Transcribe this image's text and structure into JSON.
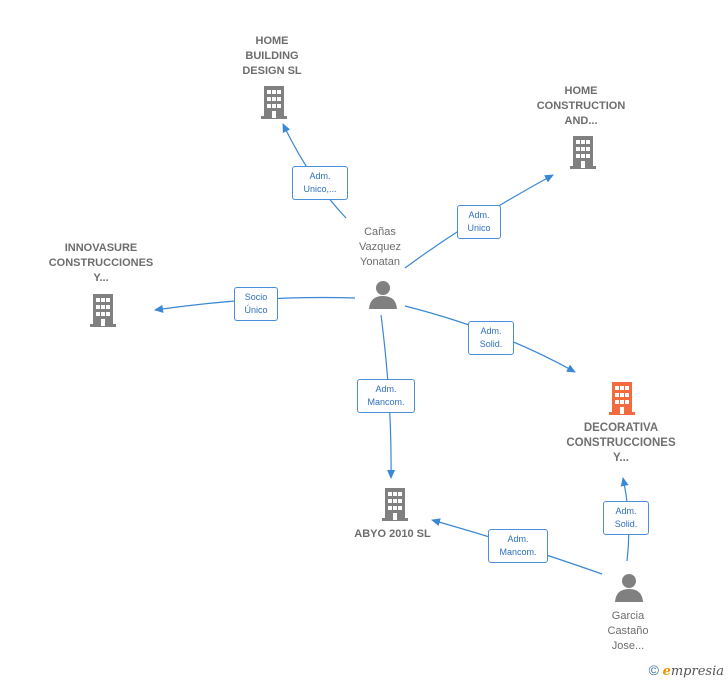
{
  "colors": {
    "edge": "#3a87d6",
    "icon": "#808080",
    "highlight": "#f26a3e"
  },
  "nodes": {
    "home_building": {
      "label": "HOME\nBUILDING\nDESIGN  SL",
      "icon": "building-icon"
    },
    "home_construction": {
      "label": "HOME\nCONSTRUCTION\nAND...",
      "icon": "building-icon"
    },
    "innovasure": {
      "label": "INNOVASURE\nCONSTRUCCIONES\nY...",
      "icon": "building-icon"
    },
    "canas": {
      "label": "Cañas\nVazquez\nYonatan",
      "icon": "person-icon"
    },
    "decorativa": {
      "label": "DECORATIVA\nCONSTRUCCIONES\nY...",
      "icon": "building-icon"
    },
    "abyo": {
      "label": "ABYO 2010 SL",
      "icon": "building-icon"
    },
    "garcia": {
      "label": "Garcia\nCastaño\nJose...",
      "icon": "person-icon"
    }
  },
  "edges": {
    "e1": "Adm.\nUnico,...",
    "e2": "Adm.\nUnico",
    "e3": "Socio\nÚnico",
    "e4": "Adm.\nSolid.",
    "e5": "Adm.\nMancom.",
    "e6": "Adm.\nSolid.",
    "e7": "Adm.\nMancom."
  },
  "footer": {
    "copyright": "©",
    "brand_e": "e",
    "brand_rest": "mpresia"
  }
}
